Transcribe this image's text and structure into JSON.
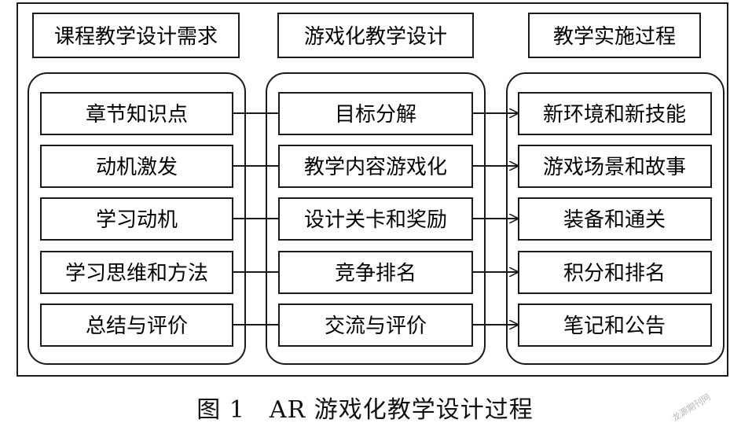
{
  "headers": [
    "课程教学设计需求",
    "游戏化教学设计",
    "教学实施过程"
  ],
  "columns": [
    [
      "章节知识点",
      "动机激发",
      "学习动机",
      "学习思维和方法",
      "总结与评价"
    ],
    [
      "目标分解",
      "教学内容游戏化",
      "设计关卡和奖励",
      "竞争排名",
      "交流与评价"
    ],
    [
      "新环境和新技能",
      "游戏场景和故事",
      "装备和通关",
      "积分和排名",
      "笔记和公告"
    ]
  ],
  "caption": "图 1　AR 游戏化教学设计过程",
  "watermark": "龙源期刊网",
  "colors": {
    "stroke": "#1a1a1a",
    "background": "#ffffff"
  }
}
